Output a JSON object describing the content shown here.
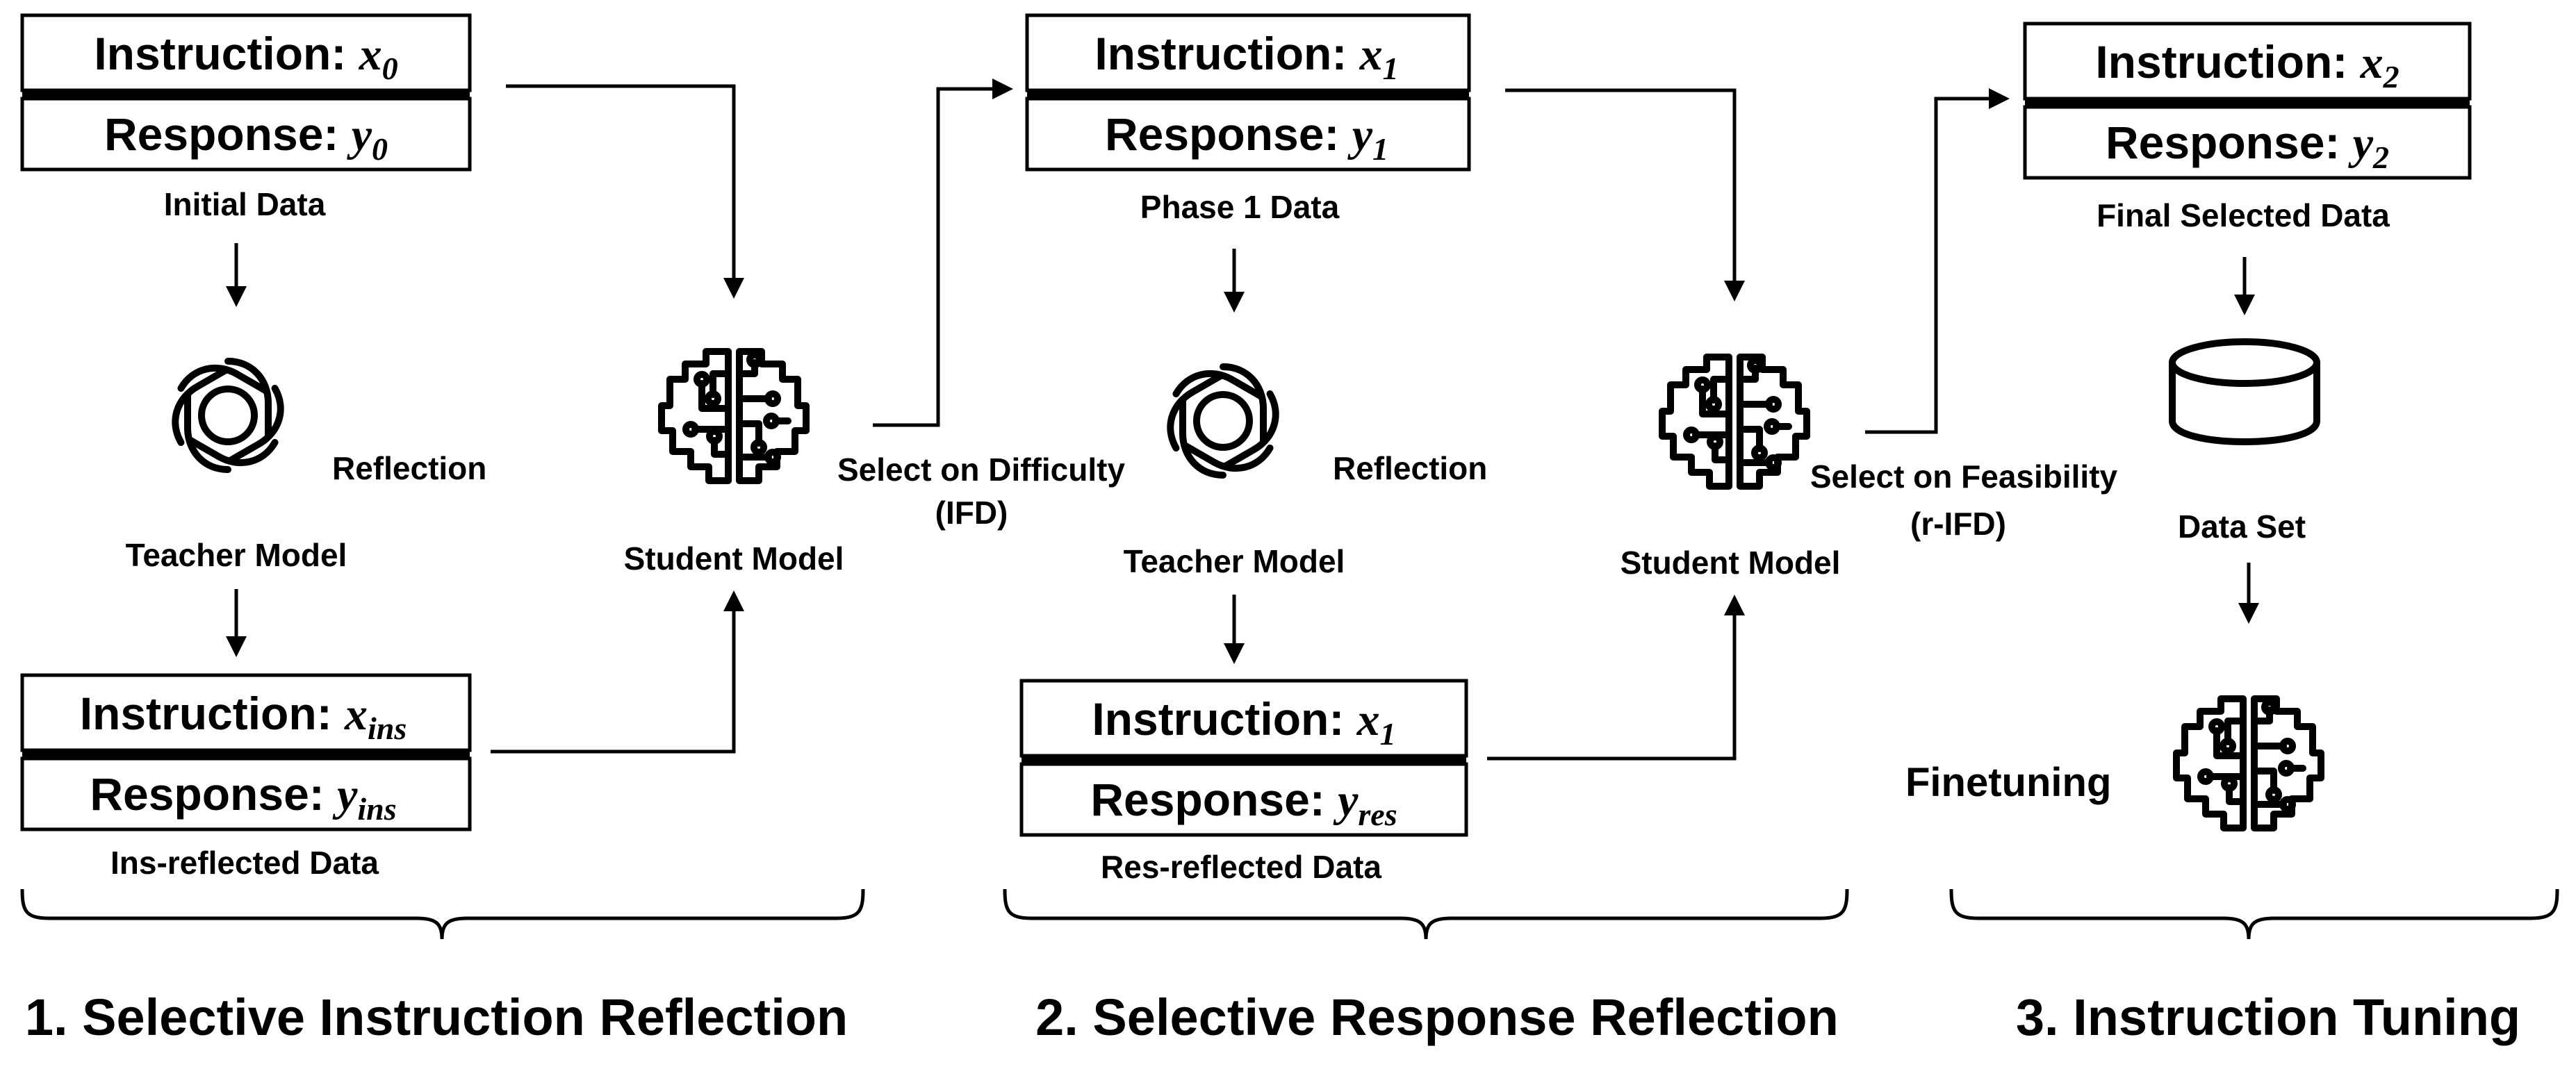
{
  "blocks": {
    "initial": {
      "instruction": "Instruction: ",
      "inst_var": "x",
      "inst_sub": "0",
      "response": "Response: ",
      "resp_var": "y",
      "resp_sub": "0",
      "caption": "Initial Data"
    },
    "ins_reflected": {
      "instruction": "Instruction: ",
      "inst_var": "x",
      "inst_sub": "ins",
      "response": "Response: ",
      "resp_var": "y",
      "resp_sub": "ins",
      "caption": "Ins-reflected Data"
    },
    "phase1": {
      "instruction": "Instruction: ",
      "inst_var": "x",
      "inst_sub": "1",
      "response": "Response: ",
      "resp_var": "y",
      "resp_sub": "1",
      "caption": "Phase 1 Data"
    },
    "res_reflected": {
      "instruction": "Instruction: ",
      "inst_var": "x",
      "inst_sub": "1",
      "response": "Response: ",
      "resp_var": "y",
      "resp_sub": "res",
      "caption": "Res-reflected Data"
    },
    "final": {
      "instruction": "Instruction: ",
      "inst_var": "x",
      "inst_sub": "2",
      "response": "Response: ",
      "resp_var": "y",
      "resp_sub": "2",
      "caption": "Final Selected Data"
    }
  },
  "labels": {
    "reflection_1": "Reflection",
    "teacher_1": "Teacher Model",
    "student_1": "Student Model",
    "select_difficulty_1": "Select on Difficulty",
    "select_difficulty_2": "(IFD)",
    "reflection_2": "Reflection",
    "teacher_2": "Teacher Model",
    "student_2": "Student Model",
    "select_feasibility_1": "Select on Feasibility",
    "select_feasibility_2": "(r-IFD)",
    "data_set": "Data Set",
    "finetuning": "Finetuning"
  },
  "sections": {
    "s1": "1. Selective Instruction Reflection",
    "s2": "2. Selective Response Reflection",
    "s3": "3. Instruction Tuning"
  },
  "icons": {
    "teacher": "openai-knot-icon",
    "student": "brain-circuit-icon",
    "dataset": "database-cylinder-icon"
  }
}
